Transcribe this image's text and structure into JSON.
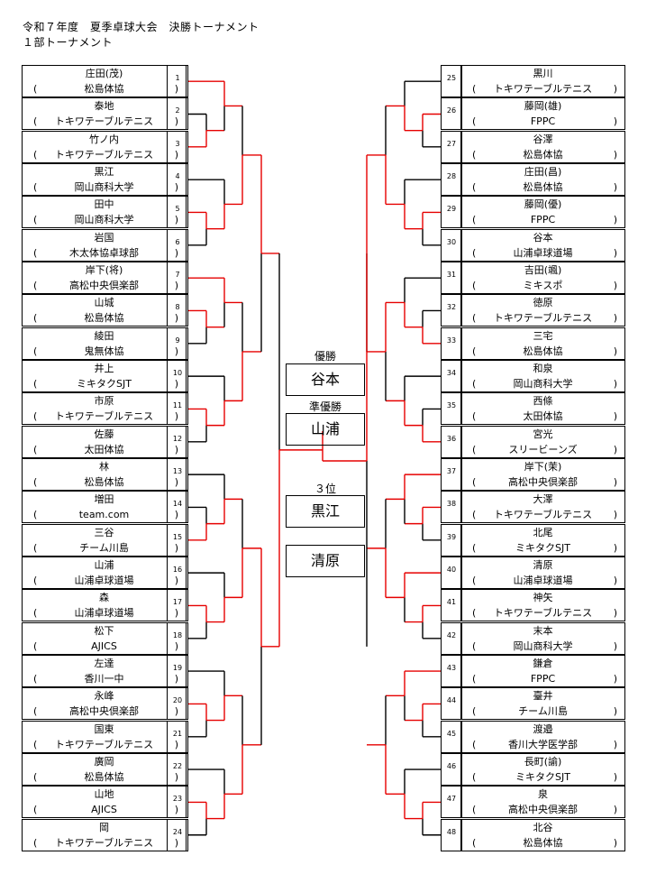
{
  "header": {
    "title": "令和７年度　夏季卓球大会　決勝トーナメント",
    "subtitle": "１部トーナメント"
  },
  "entries": [
    {
      "no": "1",
      "name": "庄田(茂)",
      "team": "松島体協"
    },
    {
      "no": "2",
      "name": "泰地",
      "team": "トキワテーブルテニス"
    },
    {
      "no": "3",
      "name": "竹ノ内",
      "team": "トキワテーブルテニス"
    },
    {
      "no": "4",
      "name": "黒江",
      "team": "岡山商科大学"
    },
    {
      "no": "5",
      "name": "田中",
      "team": "岡山商科大学"
    },
    {
      "no": "6",
      "name": "岩国",
      "team": "木太体協卓球部"
    },
    {
      "no": "7",
      "name": "岸下(将)",
      "team": "高松中央倶楽部"
    },
    {
      "no": "8",
      "name": "山城",
      "team": "松島体協"
    },
    {
      "no": "9",
      "name": "綾田",
      "team": "鬼無体協"
    },
    {
      "no": "10",
      "name": "井上",
      "team": "ミキタクSJT"
    },
    {
      "no": "11",
      "name": "市原",
      "team": "トキワテーブルテニス"
    },
    {
      "no": "12",
      "name": "佐藤",
      "team": "太田体協"
    },
    {
      "no": "13",
      "name": "林",
      "team": "松島体協"
    },
    {
      "no": "14",
      "name": "増田",
      "team": "team.com"
    },
    {
      "no": "15",
      "name": "三谷",
      "team": "チーム川島"
    },
    {
      "no": "16",
      "name": "山浦",
      "team": "山浦卓球道場"
    },
    {
      "no": "17",
      "name": "森",
      "team": "山浦卓球道場"
    },
    {
      "no": "18",
      "name": "松下",
      "team": "AJICS"
    },
    {
      "no": "19",
      "name": "左達",
      "team": "香川一中"
    },
    {
      "no": "20",
      "name": "永峰",
      "team": "高松中央倶楽部"
    },
    {
      "no": "21",
      "name": "国東",
      "team": "トキワテーブルテニス"
    },
    {
      "no": "22",
      "name": "廣岡",
      "team": "松島体協"
    },
    {
      "no": "23",
      "name": "山地",
      "team": "AJICS"
    },
    {
      "no": "24",
      "name": "岡",
      "team": "トキワテーブルテニス"
    },
    {
      "no": "25",
      "name": "黒川",
      "team": "トキワテーブルテニス"
    },
    {
      "no": "26",
      "name": "藤岡(雄)",
      "team": "FPPC"
    },
    {
      "no": "27",
      "name": "谷澤",
      "team": "松島体協"
    },
    {
      "no": "28",
      "name": "庄田(昌)",
      "team": "松島体協"
    },
    {
      "no": "29",
      "name": "藤岡(優)",
      "team": "FPPC"
    },
    {
      "no": "30",
      "name": "谷本",
      "team": "山浦卓球道場"
    },
    {
      "no": "31",
      "name": "吉田(颯)",
      "team": "ミキスポ"
    },
    {
      "no": "32",
      "name": "徳原",
      "team": "トキワテーブルテニス"
    },
    {
      "no": "33",
      "name": "三宅",
      "team": "松島体協"
    },
    {
      "no": "34",
      "name": "和泉",
      "team": "岡山商科大学"
    },
    {
      "no": "35",
      "name": "西條",
      "team": "太田体協"
    },
    {
      "no": "36",
      "name": "宮光",
      "team": "スリービーンズ"
    },
    {
      "no": "37",
      "name": "岸下(茉)",
      "team": "高松中央倶楽部"
    },
    {
      "no": "38",
      "name": "大澤",
      "team": "トキワテーブルテニス"
    },
    {
      "no": "39",
      "name": "北尾",
      "team": "ミキタクSJT"
    },
    {
      "no": "40",
      "name": "清原",
      "team": "山浦卓球道場"
    },
    {
      "no": "41",
      "name": "神矢",
      "team": "トキワテーブルテニス"
    },
    {
      "no": "42",
      "name": "末本",
      "team": "岡山商科大学"
    },
    {
      "no": "43",
      "name": "鎌倉",
      "team": "FPPC"
    },
    {
      "no": "44",
      "name": "臺井",
      "team": "チーム川島"
    },
    {
      "no": "45",
      "name": "渡邉",
      "team": "香川大学医学部"
    },
    {
      "no": "46",
      "name": "長町(諭)",
      "team": "ミキタクSJT"
    },
    {
      "no": "47",
      "name": "泉",
      "team": "高松中央倶楽部"
    },
    {
      "no": "48",
      "name": "北谷",
      "team": "松島体協"
    }
  ],
  "results": {
    "champion_label": "優勝",
    "champion": "谷本",
    "runnerup_label": "準優勝",
    "runnerup": "山浦",
    "third_label": "３位",
    "third_1": "黒江",
    "third_2": "清原"
  },
  "colors": {
    "winner_line": "#e60000",
    "line": "#000000"
  }
}
